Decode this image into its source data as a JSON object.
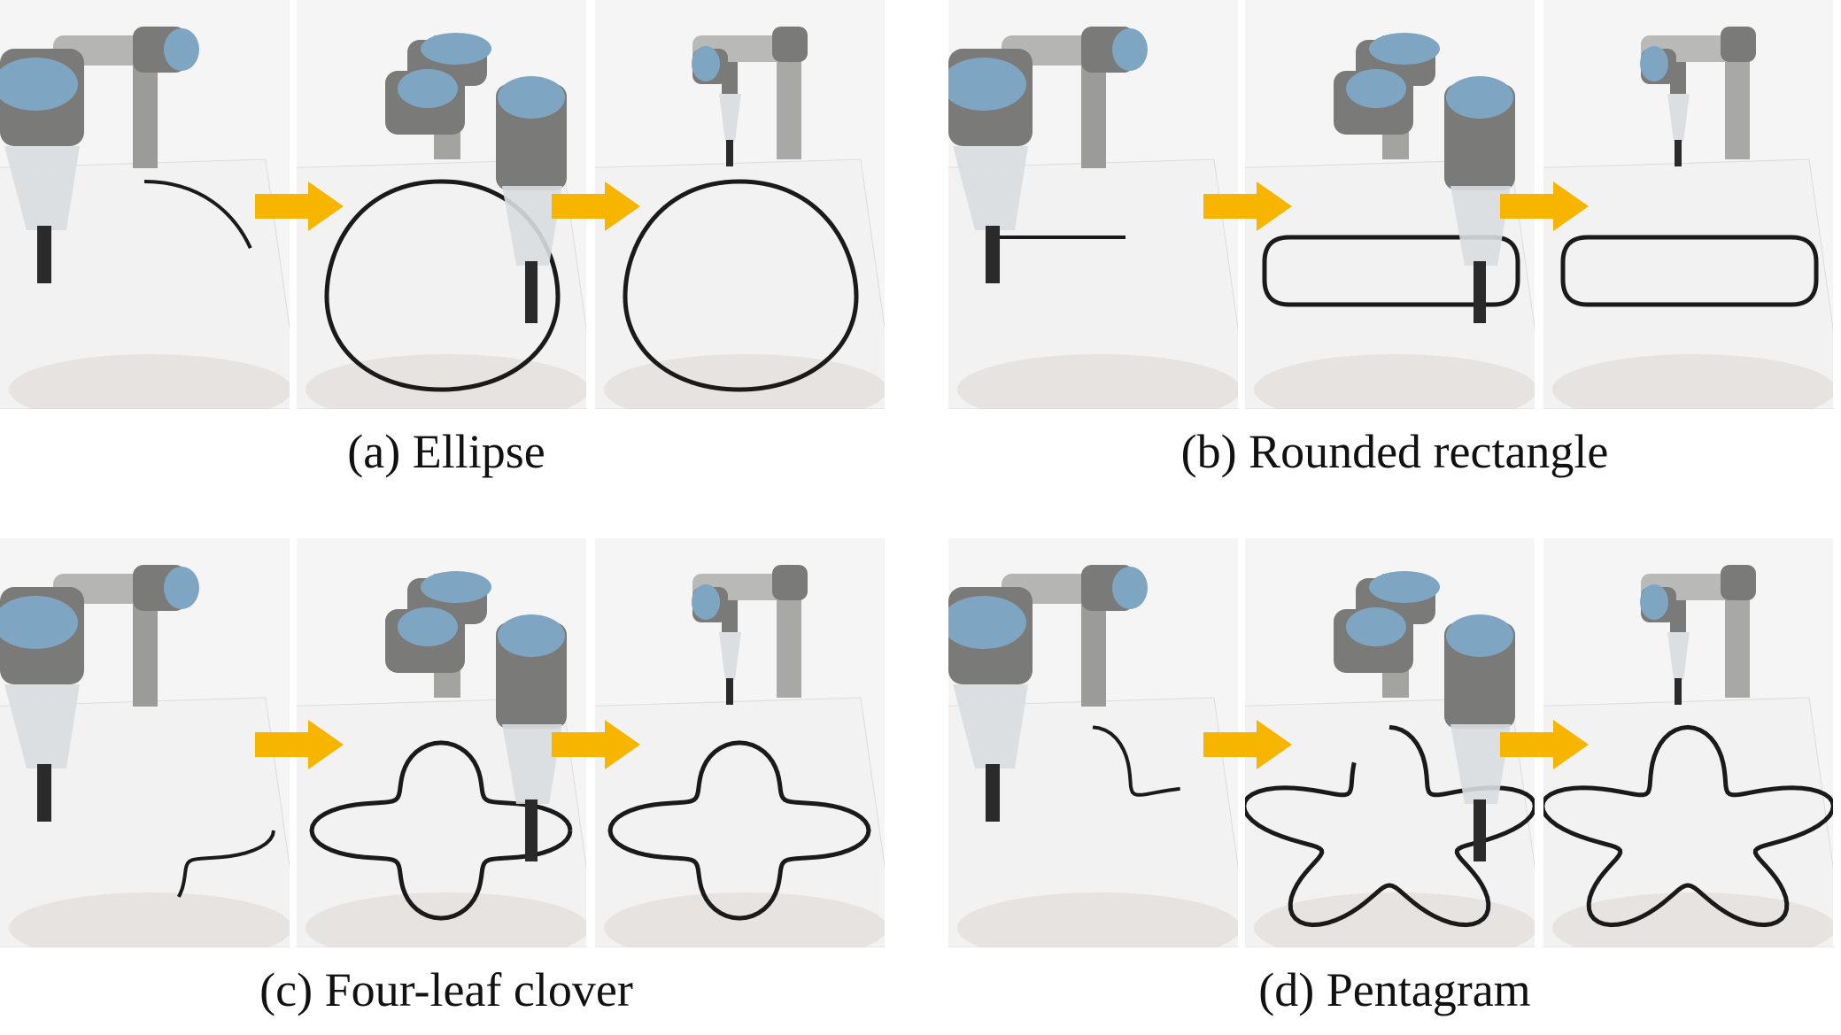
{
  "figure": {
    "panels": [
      {
        "id": "a",
        "caption": "(a) Ellipse",
        "shape": "ellipse"
      },
      {
        "id": "b",
        "caption": "(b) Rounded rectangle",
        "shape": "rounded-rectangle"
      },
      {
        "id": "c",
        "caption": "(c) Four-leaf clover",
        "shape": "four-leaf-clover"
      },
      {
        "id": "d",
        "caption": "(d) Pentagram",
        "shape": "pentagram"
      }
    ],
    "stages_per_panel": [
      "start",
      "midway",
      "complete"
    ],
    "colors": {
      "arrow": "#f7b500",
      "robot_body": "#7a7a78",
      "robot_joint_cap": "#7ea6c3",
      "paper": "#f2f2f2",
      "stroke": "#1a1a1a"
    },
    "icons": [
      "robot-arm-icon",
      "right-arrow-icon",
      "pen-icon"
    ]
  }
}
